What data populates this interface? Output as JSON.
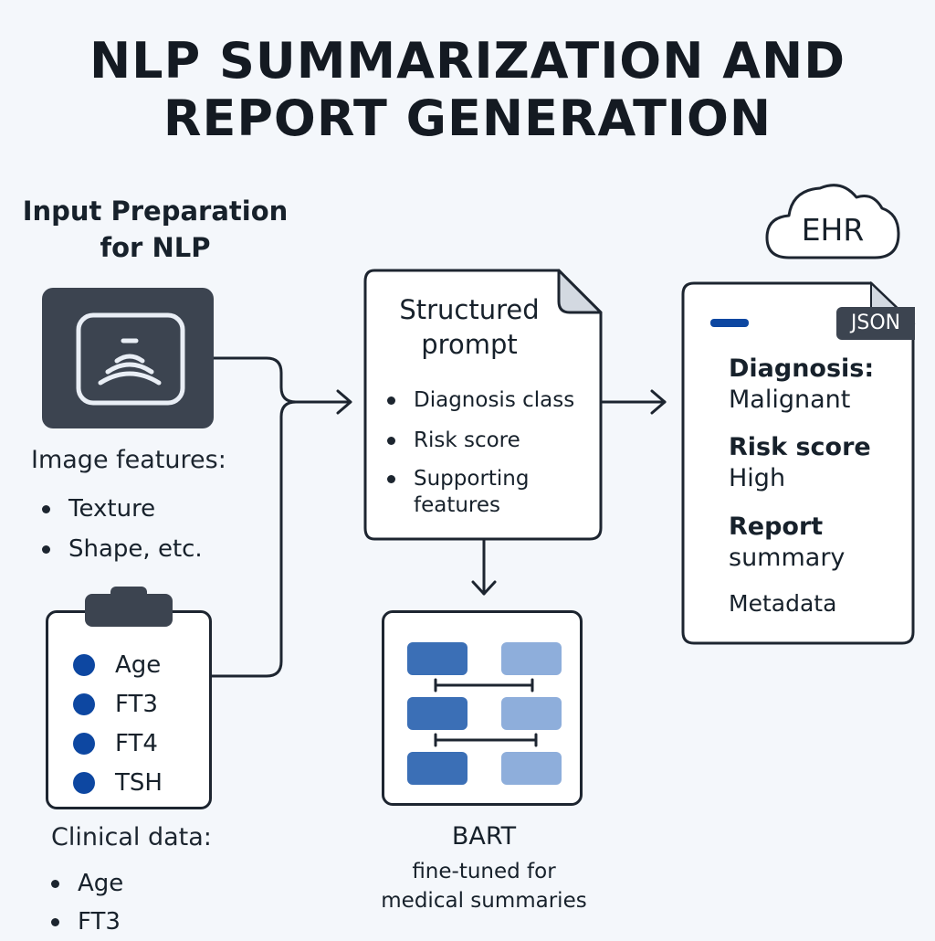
{
  "title": {
    "line1": "NLP SUMMARIZATION AND",
    "line2": "REPORT GENERATION"
  },
  "input_section": {
    "title_line1": "Input Preparation",
    "title_line2": "for NLP",
    "image_icon": "ultrasound-icon",
    "image_label": "Image features:",
    "image_features": [
      "Texture",
      "Shape, etc."
    ],
    "clipboard_items": [
      "Age",
      "FT3",
      "FT4",
      "TSH"
    ],
    "clinical_label": "Clinical data:",
    "clinical_items": [
      "Age",
      "FT3"
    ]
  },
  "prompt": {
    "title_line1": "Structured",
    "title_line2": "prompt",
    "items": [
      "Diagnosis class",
      "Risk score",
      "Supporting features"
    ]
  },
  "model": {
    "name": "BART",
    "desc_line1": "fine-tuned for",
    "desc_line2": "medical summaries"
  },
  "output": {
    "cloud_label": "EHR",
    "tag": "JSON",
    "diagnosis_key": "Diagnosis:",
    "diagnosis_value": "Malignant",
    "risk_key": "Risk score",
    "risk_value": "High",
    "report_key": "Report",
    "report_value": "summary",
    "metadata": "Metadata"
  },
  "colors": {
    "dark": "#1d2530",
    "icon_bg": "#3c4450",
    "accent_blue": "#0d47a1",
    "block_dark": "#3b6fb6",
    "block_light": "#8eaedb"
  }
}
